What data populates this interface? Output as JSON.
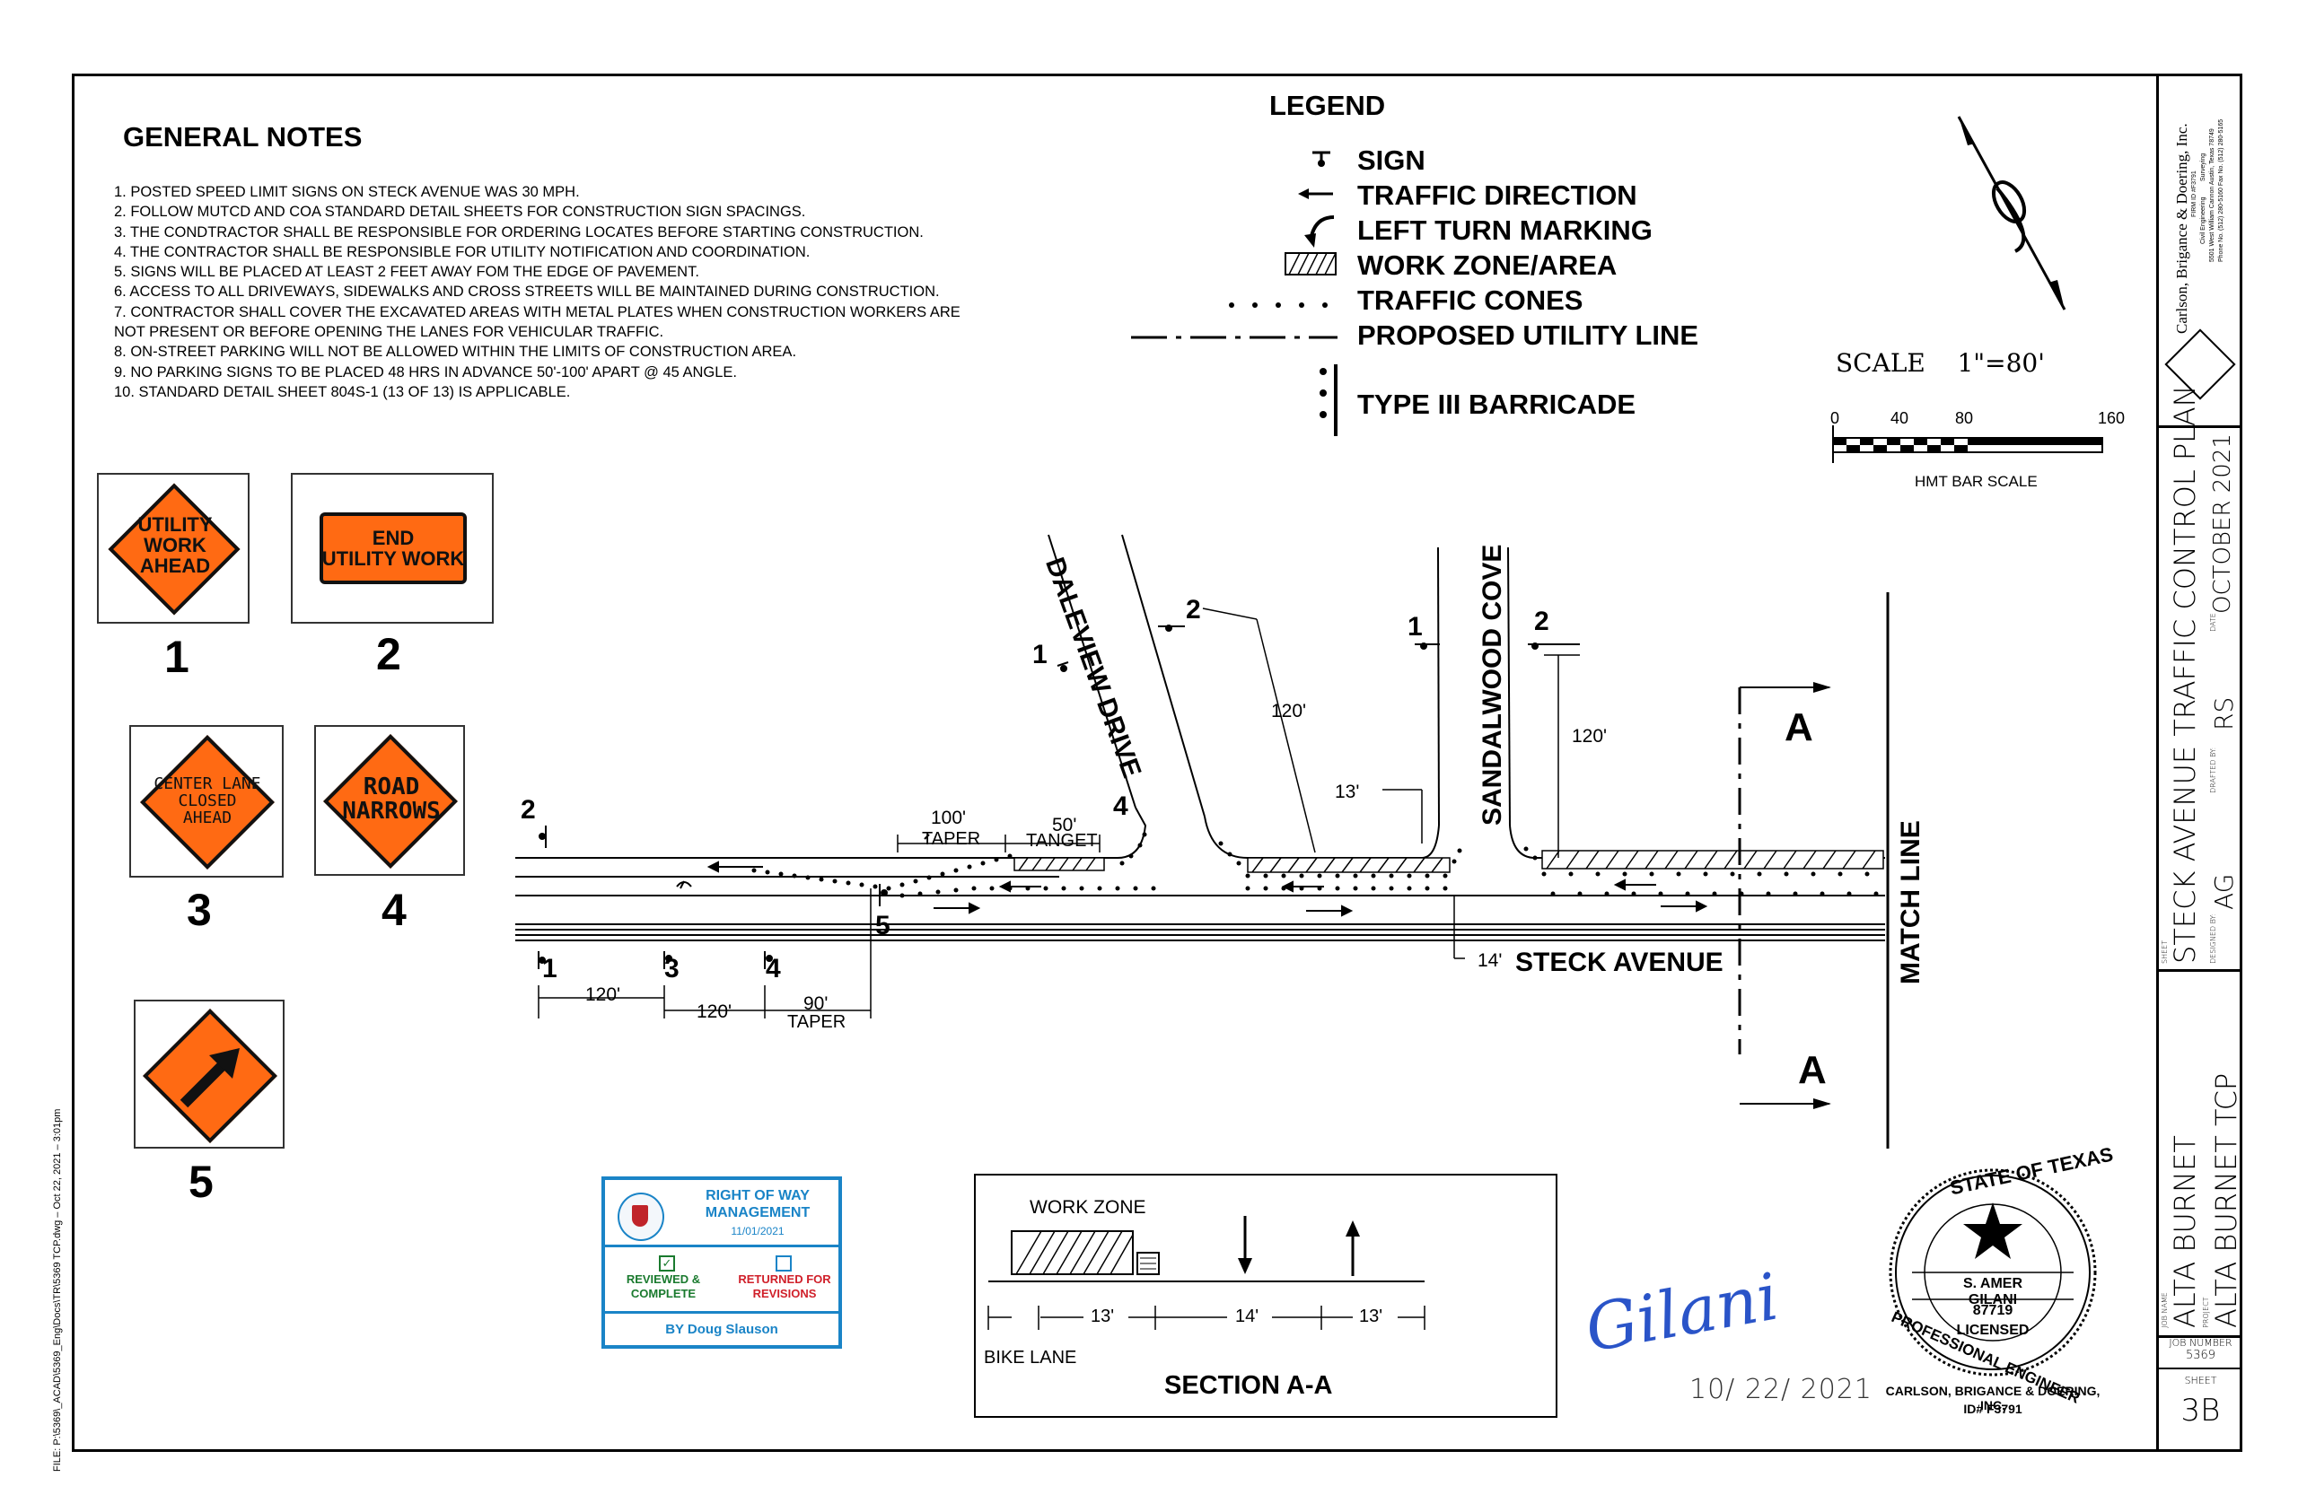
{
  "general_notes": {
    "title": "GENERAL NOTES",
    "items": [
      "1.   POSTED SPEED LIMIT SIGNS ON STECK AVENUE WAS 30 MPH.",
      "2.   FOLLOW MUTCD AND COA STANDARD DETAIL SHEETS FOR CONSTRUCTION SIGN SPACINGS.",
      "3.   THE CONDTRACTOR SHALL BE RESPONSIBLE FOR ORDERING LOCATES BEFORE STARTING CONSTRUCTION.",
      "4.   THE CONTRACTOR SHALL BE RESPONSIBLE FOR UTILITY NOTIFICATION AND COORDINATION.",
      "5.   SIGNS WILL BE PLACED AT LEAST 2 FEET AWAY FOM THE EDGE OF PAVEMENT.",
      "6.   ACCESS TO ALL DRIVEWAYS, SIDEWALKS AND CROSS STREETS WILL BE MAINTAINED DURING CONSTRUCTION.",
      "7.   CONTRACTOR SHALL COVER THE EXCAVATED AREAS WITH METAL PLATES WHEN CONSTRUCTION WORKERS ARE",
      "       NOT PRESENT OR BEFORE OPENING THE LANES FOR VEHICULAR TRAFFIC.",
      "8.   ON-STREET PARKING WILL NOT BE ALLOWED WITHIN THE LIMITS OF CONSTRUCTION AREA.",
      "9.   NO PARKING SIGNS TO BE PLACED 48 HRS IN ADVANCE 50'-100' APART @ 45 ANGLE.",
      "10. STANDARD DETAIL SHEET 804S-1 (13 OF 13) IS APPLICABLE."
    ]
  },
  "legend": {
    "title": "LEGEND",
    "items": [
      "SIGN",
      "TRAFFIC DIRECTION",
      "LEFT TURN MARKING",
      "WORK ZONE/AREA",
      "TRAFFIC CONES",
      "PROPOSED UTILITY LINE",
      "TYPE III BARRICADE"
    ]
  },
  "signs": [
    {
      "number": "1",
      "lines": [
        "UTILITY",
        "WORK",
        "AHEAD"
      ]
    },
    {
      "number": "2",
      "lines": [
        "END",
        "UTILITY WORK"
      ]
    },
    {
      "number": "3",
      "lines": [
        "CENTER LANE",
        "CLOSED",
        "AHEAD"
      ]
    },
    {
      "number": "4",
      "lines": [
        "ROAD",
        "NARROWS"
      ]
    },
    {
      "number": "5",
      "lines": []
    }
  ],
  "scale": {
    "label": "SCALE    1\"=80'",
    "ticks": [
      "0",
      "40",
      "80",
      "160"
    ],
    "bar_label": "HMT BAR SCALE"
  },
  "plan": {
    "streets": {
      "daleview": "DALEVIEW DRIVE",
      "sandalwood": "SANDALWOOD COVE",
      "steck": "STECK AVENUE",
      "match_line": "MATCH LINE"
    },
    "section_marks": [
      "A",
      "A"
    ],
    "dimensions": {
      "d120_a": "120'",
      "d120_b": "120'",
      "d90": "90'",
      "taper": "TAPER",
      "d100": "100'",
      "taper2": "TAPER",
      "d50": "50'",
      "tanget": "TANGET",
      "d120_c": "120'",
      "d13": "13'",
      "d120_d": "120'",
      "d14": "14'"
    },
    "sign_labels": {
      "s2_left": "2",
      "s1": "1",
      "s3": "3",
      "s4_bottom": "4",
      "s5": "5",
      "s4_top": "4",
      "s1_dale": "1",
      "s2_dale": "2",
      "s1_sand": "1",
      "s2_sand": "2"
    }
  },
  "row_stamp": {
    "title": "RIGHT OF WAY MANAGEMENT",
    "date": "11/01/2021",
    "reviewed": "REVIEWED & COMPLETE",
    "returned": "RETURNED FOR REVISIONS",
    "by": "BY Doug Slauson",
    "reviewed_checked": true,
    "colors": {
      "border": "#1a84c7",
      "reviewed": "#1a7a2e",
      "returned": "#d0202a",
      "blue": "#1a84c7"
    }
  },
  "section": {
    "work_zone": "WORK  ZONE",
    "dims": [
      "13'",
      "14'",
      "13'"
    ],
    "bike_lane": "BIKE  LANE",
    "title": "SECTION A-A"
  },
  "seal": {
    "top": "STATE OF TEXAS",
    "name": "S. AMER GILANI",
    "number": "87719",
    "licensed": "LICENSED",
    "bottom": "PROFESSIONAL ENGINEER",
    "firm": "CARLSON, BRIGANCE & DOERING, INC.",
    "firm_id": "ID# F3791",
    "signature": "Gilani",
    "sign_date": "10/ 22/ 2021"
  },
  "side_text": "FILE: P:\\5369\\_ACAD\\5369_Eng\\Docs\\TR\\5369 TCP.dwg  –  Oct 22, 2021  –  3:01pm",
  "title_block": {
    "firm": "Carlson, Brigance & Doering, Inc.",
    "firm_id": "FIRM ID #F3791",
    "services": [
      "Civil Engineering",
      "Surveying"
    ],
    "address": "5501 West William Cannon  Austin, Texas 78749",
    "phone": "Phone No. (512) 280-5160   Fax No. (512) 280-5165",
    "sheet_label": "SHEET",
    "sheet_title": "STECK AVENUE TRAFFIC CONTROL PLAN",
    "designed_by_label": "DESIGNED BY:",
    "designed_by": "AG",
    "drafted_by_label": "DRAFTED BY:",
    "drafted_by": "RS",
    "date_label": "DATE",
    "date": "OCTOBER 2021",
    "job_name_label": "JOB NAME",
    "job_name": "ALTA BURNET",
    "project_label": "PROJECT",
    "project": "ALTA BURNET TCP",
    "job_number_label": "JOB NUMBER",
    "job_number": "5369",
    "sheet_num_label": "SHEET",
    "sheet_num": "3B"
  },
  "colors": {
    "sign_orange": "#ff6a13",
    "signature_blue": "#2a54c8"
  }
}
